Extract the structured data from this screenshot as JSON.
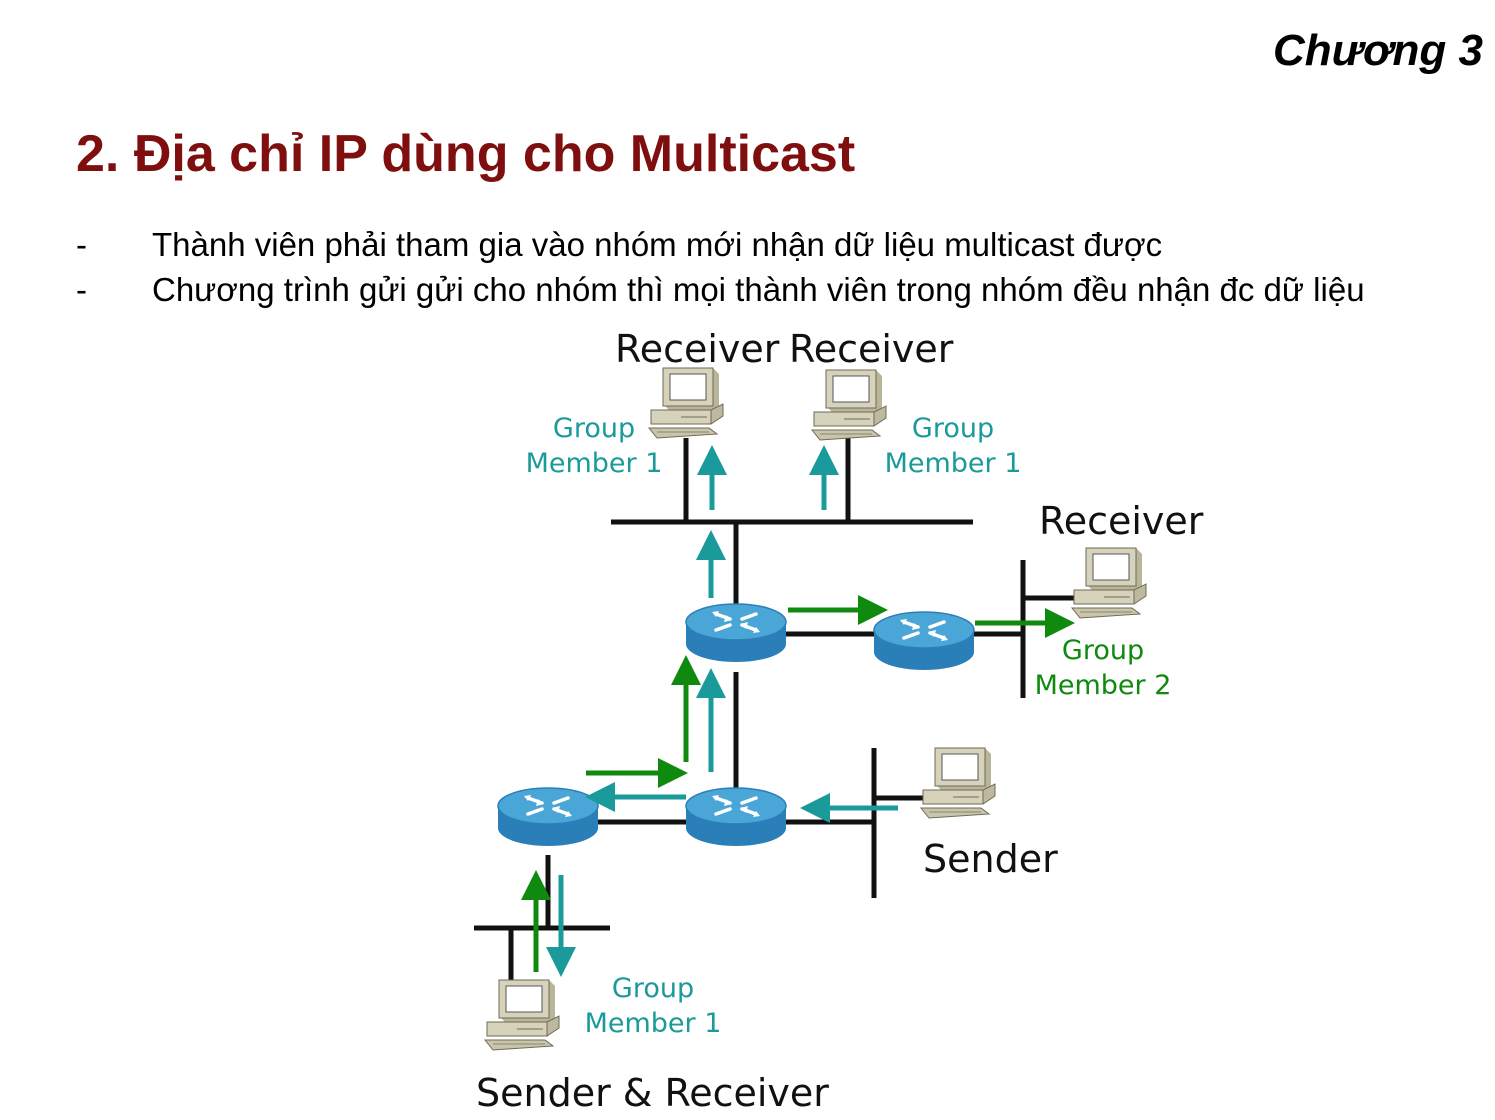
{
  "header": {
    "chapter": "Chương 3"
  },
  "slide": {
    "title": "2. Địa chỉ IP dùng cho Multicast",
    "bullets": [
      {
        "dash": "-",
        "text": "Thành viên phải tham gia vào nhóm mới nhận dữ liệu multicast được"
      },
      {
        "dash": "-",
        "text": "Chương trình gửi gửi cho nhóm thì mọi thành viên trong nhóm đều nhận đc dữ liệu"
      }
    ]
  },
  "diagram": {
    "labels": {
      "receiver_1": "Receiver",
      "receiver_2": "Receiver",
      "receiver_3": "Receiver",
      "sender": "Sender",
      "sender_receiver": "Sender & Receiver"
    },
    "groups": {
      "g1_line1": "Group",
      "g1_line2": "Member 1",
      "g2_line1": "Group",
      "g2_line2": "Member 1",
      "g3_line1": "Group",
      "g3_line2": "Member 2",
      "g4_line1": "Group",
      "g4_line2": "Member 1"
    },
    "colors": {
      "teal": "#1a9a9a",
      "green": "#0f8a0f",
      "wire": "#111111",
      "router_top": "#4aa6d6",
      "router_side": "#2a7fb8",
      "pc_body": "#cfcbb3"
    }
  }
}
